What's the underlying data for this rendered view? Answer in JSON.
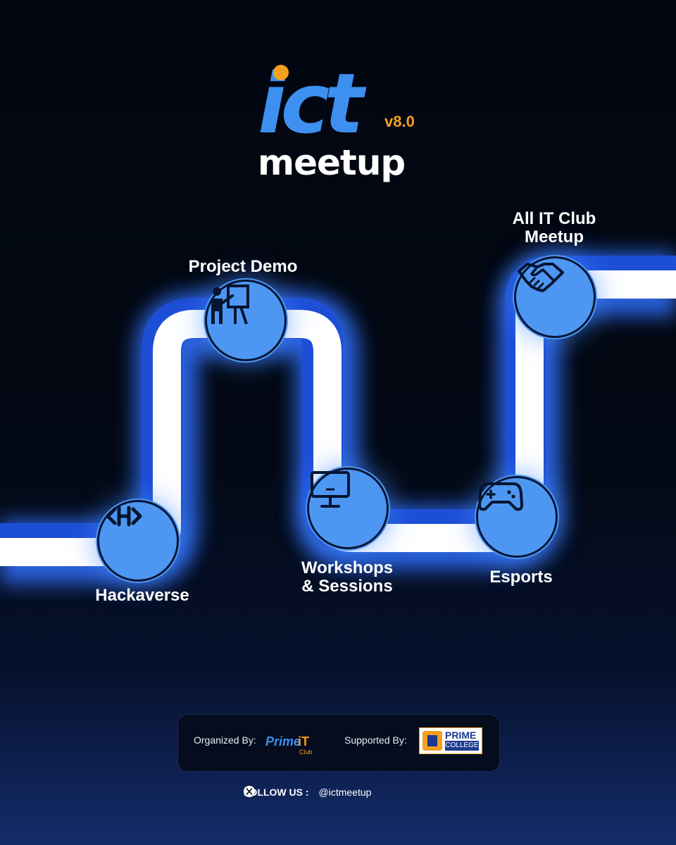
{
  "logo": {
    "main": "ict",
    "version": "v8.0",
    "tagline": "meetup"
  },
  "stations": [
    {
      "name": "Hackaverse",
      "icon": "code-brackets-icon"
    },
    {
      "name": "Project Demo",
      "icon": "presenter-board-icon"
    },
    {
      "name": "Workshops\n& Sessions",
      "icon": "monitor-icon"
    },
    {
      "name": "Esports",
      "icon": "game-controller-icon"
    },
    {
      "name": "All IT Club\nMeetup",
      "icon": "handshake-icon"
    }
  ],
  "footer": {
    "organized_by": "Organized By:",
    "organizer_logo": {
      "word1": "Prime",
      "word2": "iT",
      "word3": "Club"
    },
    "supported_by": "Supported By:",
    "supporter_logo": {
      "word1": "PRIME",
      "word2": "COLLEGE"
    },
    "follow_label": "FOLLOW US :",
    "social_icons": [
      "facebook-icon",
      "instagram-icon",
      "x-icon"
    ],
    "handle": "@ictmeetup"
  },
  "colors": {
    "accent_blue": "#4d97f2",
    "accent_orange": "#f3a01f",
    "background": "#030914",
    "road": "#ffffff"
  }
}
